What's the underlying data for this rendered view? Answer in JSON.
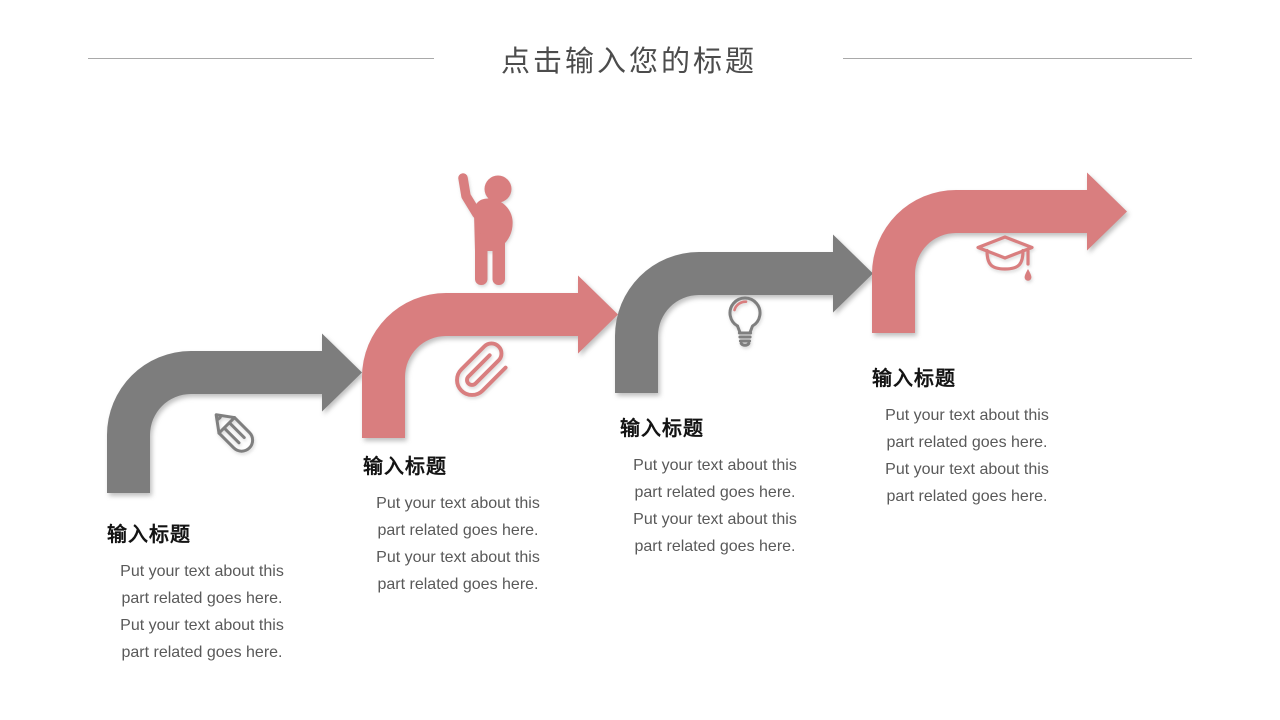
{
  "slide": {
    "title": "点击输入您的标题"
  },
  "colors": {
    "accent_red": "#d97e7f",
    "arrow_gray": "#7d7d7d",
    "icon_gray": "#7f7f7f",
    "title_text": "#4c4c4c",
    "heading_text": "#141414",
    "body_text": "#595959",
    "divider": "#a9a9a9"
  },
  "icons": {
    "step1": "pencil-icon",
    "step2_top": "person-raising-hand-icon",
    "step2": "paperclip-icon",
    "step3": "lightbulb-icon",
    "step4": "graduation-cap-icon"
  },
  "steps": [
    {
      "heading": "输入标题",
      "arrow_color": "#7d7d7d",
      "icon": "pencil-icon",
      "body_lines": [
        "Put your text about this",
        "part related goes here.",
        "Put your text about this",
        "part related goes here."
      ]
    },
    {
      "heading": "输入标题",
      "arrow_color": "#d97e7f",
      "icon": "paperclip-icon",
      "body_lines": [
        "Put your text about this",
        "part related goes here.",
        "Put your text about this",
        "part related goes here."
      ]
    },
    {
      "heading": "输入标题",
      "arrow_color": "#7d7d7d",
      "icon": "lightbulb-icon",
      "body_lines": [
        "Put your text about this",
        "part related goes here.",
        "Put your text about this",
        "part related goes here."
      ]
    },
    {
      "heading": "输入标题",
      "arrow_color": "#d97e7f",
      "icon": "graduation-cap-icon",
      "body_lines": [
        "Put your text about this",
        "part related goes here.",
        "Put your text about this",
        "part related goes here."
      ]
    }
  ]
}
